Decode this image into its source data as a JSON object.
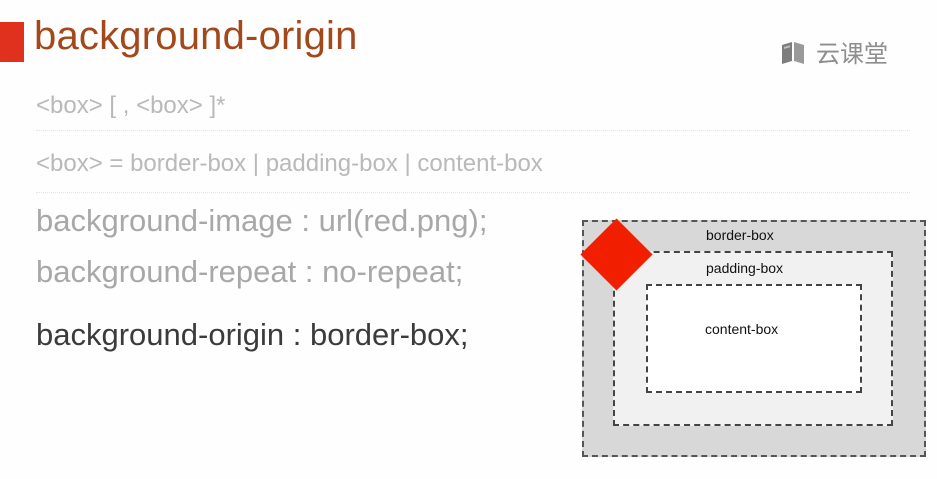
{
  "title": "background-origin",
  "logo": {
    "icon": "book-icon",
    "text": "云课堂"
  },
  "syntax": [
    "<box> [ , <box> ]*",
    "<box> = border-box | padding-box | content-box"
  ],
  "code": [
    "background-image : url(red.png);",
    "background-repeat : no-repeat;",
    "background-origin : border-box;"
  ],
  "diagram": {
    "border_label": "border-box",
    "padding_label": "padding-box",
    "content_label": "content-box"
  },
  "colors": {
    "accent": "#e0301e",
    "title": "#a2481b",
    "red_image": "#f21e00"
  }
}
